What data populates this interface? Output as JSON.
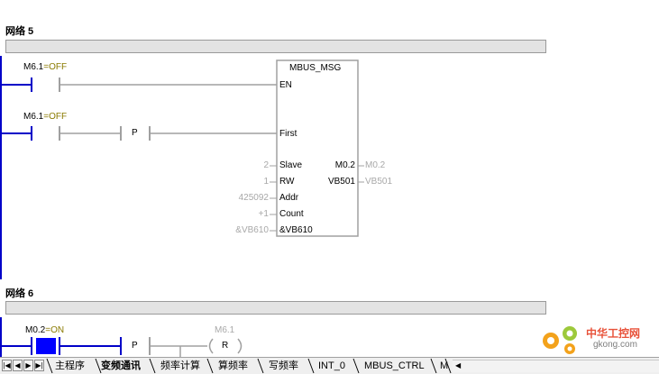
{
  "networks": [
    {
      "title": "网络 5"
    },
    {
      "title": "网络 6"
    }
  ],
  "net5": {
    "contact1": {
      "address": "M6.1",
      "state": "=OFF"
    },
    "contact2": {
      "address": "M6.1",
      "state": "=OFF",
      "edge_label": "P"
    },
    "box": {
      "title": "MBUS_MSG",
      "en": "EN",
      "first": "First",
      "inputs": [
        {
          "value": "2",
          "pin": "Slave"
        },
        {
          "value": "1",
          "pin": "RW"
        },
        {
          "value": "425092",
          "pin": "Addr"
        },
        {
          "value": "+1",
          "pin": "Count"
        },
        {
          "value": "&VB610",
          "pin": "&VB610"
        }
      ],
      "outputs": [
        {
          "pin": "M0.2",
          "value": "M0.2"
        },
        {
          "pin": "VB501",
          "value": "VB501"
        }
      ]
    }
  },
  "net6": {
    "contact": {
      "address": "M0.2",
      "state": "=ON"
    },
    "edge_label": "P",
    "coil": {
      "address": "M6.1",
      "label": "R"
    }
  },
  "tabs": [
    {
      "label": "主程序",
      "active": false
    },
    {
      "label": "变频通讯",
      "active": true
    },
    {
      "label": "频率计算",
      "active": false
    },
    {
      "label": "算频率",
      "active": false
    },
    {
      "label": "写频率",
      "active": false
    },
    {
      "label": "INT_0",
      "active": false
    },
    {
      "label": "MBUS_CTRL",
      "active": false
    },
    {
      "label": "M",
      "active": false
    }
  ],
  "nav": [
    "|◀",
    "◀",
    "▶",
    "▶|"
  ],
  "watermark": {
    "main": "中华工控网",
    "sub": "gkong.com"
  },
  "colors": {
    "rail": "#0000c8",
    "wire": "#a0a0a0",
    "accent": "#0000ff",
    "state": "#8a7a00"
  }
}
